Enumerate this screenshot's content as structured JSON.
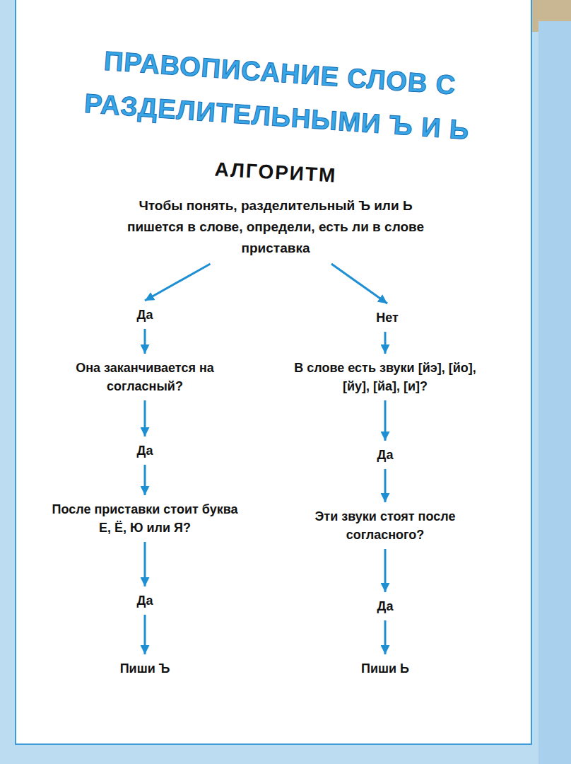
{
  "diagram": {
    "title": "ПРАВОПИСАНИЕ СЛОВ С РАЗДЕЛИТЕЛЬНЫМИ Ъ И Ь",
    "nodes": [
      {
        "text": [
          "Чтобы понять, разделительный Ъ или Ь пишется в слове, определи, есть ли в слове приставка"
        ]
      },
      {
        "text": [
          "Да"
        ]
      },
      {
        "text": [
          "Нет"
        ]
      },
      {
        "text": [
          "Она заканчивается на согласный?"
        ]
      },
      {
        "text": [
          "В слове есть звуки [йэ], [йо], [йу], [йа], [и]?"
        ]
      },
      {
        "text": [
          "Да"
        ]
      },
      {
        "text": [
          "Да"
        ]
      },
      {
        "text": [
          "После приставки стоит буква Е, Ё, Ю или Я?"
        ]
      },
      {
        "text": [
          "Эти звуки стоят после согласного?"
        ]
      },
      {
        "text": [
          "Да"
        ]
      },
      {
        "text": [
          "Да"
        ]
      },
      {
        "text": [
          "Пиши Ъ"
        ]
      },
      {
        "text": [
          "Пиши Ь"
        ]
      }
    ],
    "edges": [
      {
        "from": 0,
        "to": 1,
        "arrow": "to"
      },
      {
        "from": 0,
        "to": 2,
        "arrow": "to"
      },
      {
        "from": 1,
        "to": 3,
        "arrow": "to"
      },
      {
        "from": 2,
        "to": 4,
        "arrow": "to"
      },
      {
        "from": 3,
        "to": 5,
        "arrow": "to"
      },
      {
        "from": 4,
        "to": 6,
        "arrow": "to"
      },
      {
        "from": 5,
        "to": 7,
        "arrow": "to"
      },
      {
        "from": 6,
        "to": 8,
        "arrow": "to"
      },
      {
        "from": 7,
        "to": 9,
        "arrow": "to"
      },
      {
        "from": 8,
        "to": 10,
        "arrow": "to"
      },
      {
        "from": 9,
        "to": 11,
        "arrow": "to"
      },
      {
        "from": 10,
        "to": 12,
        "arrow": "to"
      }
    ],
    "labels": [
      "АЛГОРИТМ"
    ]
  }
}
